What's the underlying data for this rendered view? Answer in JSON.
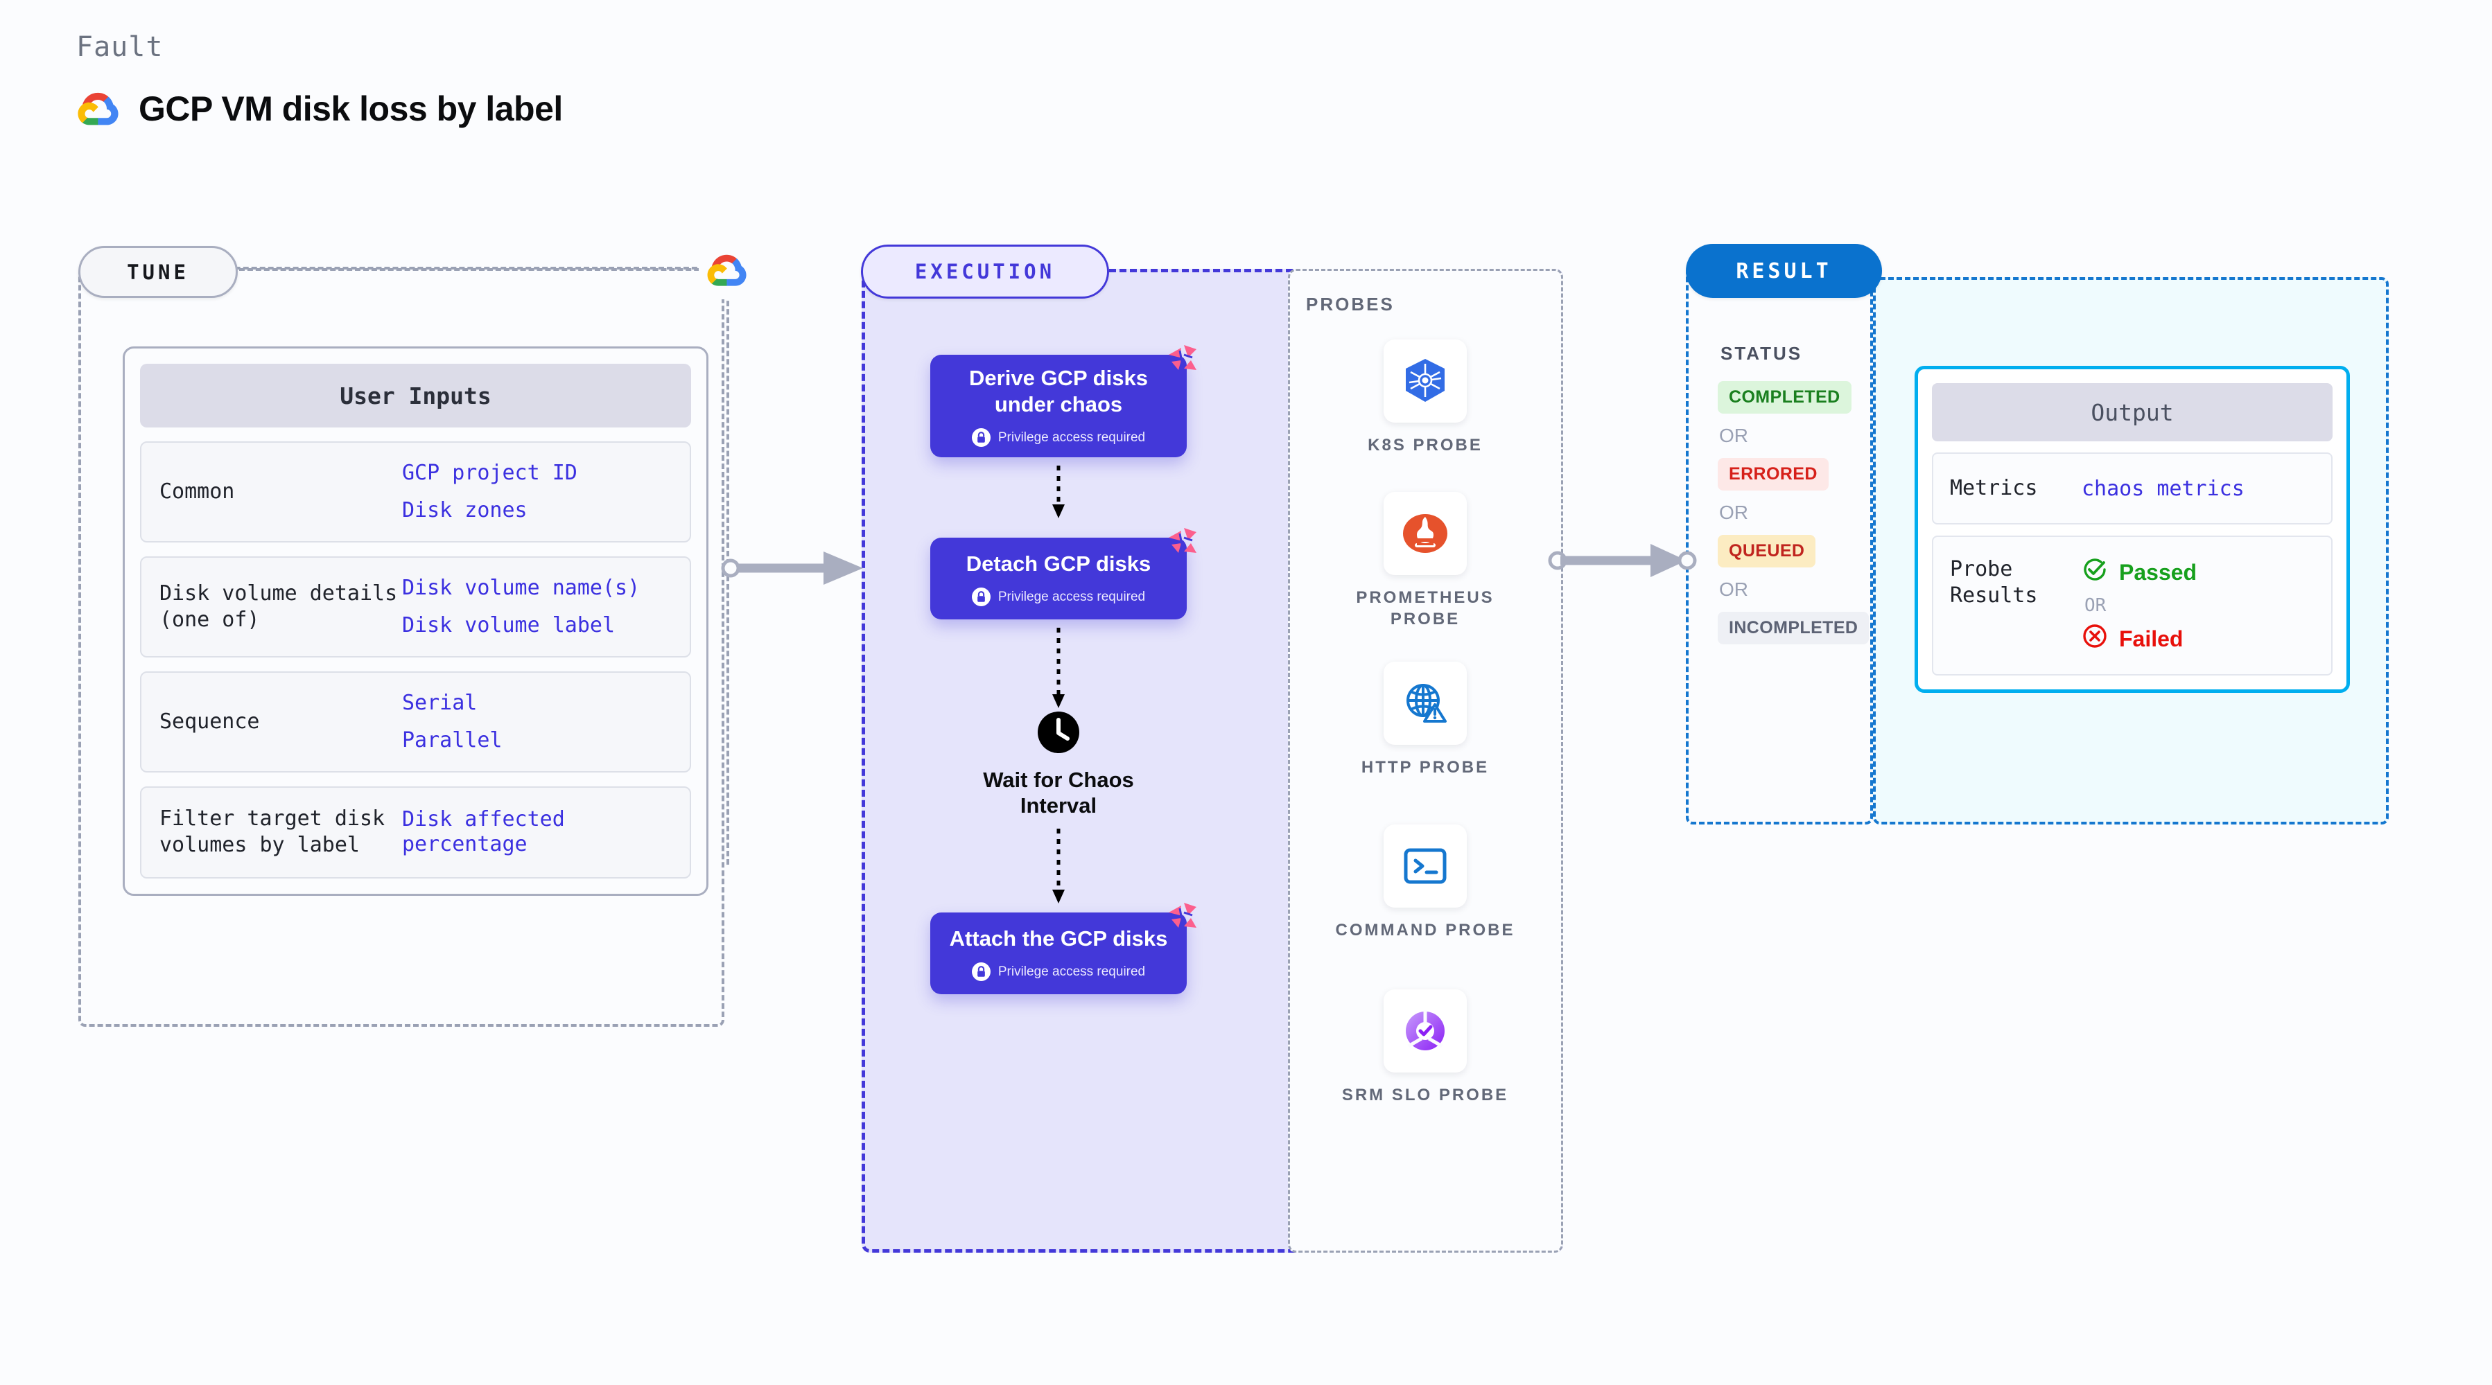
{
  "header": {
    "eyebrow": "Fault",
    "title": "GCP VM disk loss by label",
    "logo_icon": "gcp-logo-icon"
  },
  "sections": {
    "tune_label": "TUNE",
    "execution_label": "EXECUTION",
    "result_label": "RESULT",
    "probes_label": "PROBES"
  },
  "tune": {
    "card_title": "User Inputs",
    "rows": [
      {
        "key": "Common",
        "values": [
          "GCP project ID",
          "Disk zones"
        ]
      },
      {
        "key": "Disk volume details (one of)",
        "values": [
          "Disk volume name(s)",
          "Disk volume label"
        ]
      },
      {
        "key": "Sequence",
        "values": [
          "Serial",
          "Parallel"
        ]
      },
      {
        "key": "Filter target disk volumes by label",
        "values": [
          "Disk affected percentage"
        ]
      }
    ]
  },
  "execution": {
    "nodes": [
      {
        "title": "Derive GCP disks under chaos",
        "subtitle": "Privilege access required",
        "icon": "lock-icon",
        "badge": "litmus-logo-icon"
      },
      {
        "title": "Detach GCP disks",
        "subtitle": "Privilege access required",
        "icon": "lock-icon",
        "badge": "litmus-logo-icon"
      },
      {
        "title": "Attach the GCP disks",
        "subtitle": "Privilege access required",
        "icon": "lock-icon",
        "badge": "litmus-logo-icon"
      }
    ],
    "wait": {
      "label": "Wait for Chaos Interval",
      "icon": "clock-icon"
    }
  },
  "probes": [
    {
      "label": "K8S PROBE",
      "icon": "kubernetes-icon"
    },
    {
      "label": "PROMETHEUS PROBE",
      "icon": "prometheus-icon"
    },
    {
      "label": "HTTP PROBE",
      "icon": "http-globe-icon"
    },
    {
      "label": "COMMAND PROBE",
      "icon": "terminal-icon"
    },
    {
      "label": "SRM SLO PROBE",
      "icon": "srm-slo-icon"
    }
  ],
  "result": {
    "status_label": "STATUS",
    "or_label": "OR",
    "statuses": [
      {
        "label": "COMPLETED",
        "color": "#1a7f1f",
        "bg": "#dcf5dc"
      },
      {
        "label": "ERRORED",
        "color": "#d6201a",
        "bg": "#fde8e7"
      },
      {
        "label": "QUEUED",
        "color": "#c0241e",
        "bg": "#fcecc2"
      },
      {
        "label": "INCOMPLETED",
        "color": "#5c6274",
        "bg": "#eef0f5"
      }
    ]
  },
  "output": {
    "card_title": "Output",
    "metrics_key": "Metrics",
    "metrics_value": "chaos metrics",
    "probe_results_key": "Probe Results",
    "passed_label": "Passed",
    "failed_label": "Failed",
    "or_label": "OR",
    "passed_color": "#17a01d",
    "failed_color": "#e8100b"
  },
  "colors": {
    "canvas_bg": "#fbfcfe",
    "execution_fill": "#e5e4fb",
    "execution_accent": "#4338d9",
    "result_accent": "#1577cf",
    "output_accent": "#00aeef",
    "litmus_pink": "#fc5f8d"
  }
}
